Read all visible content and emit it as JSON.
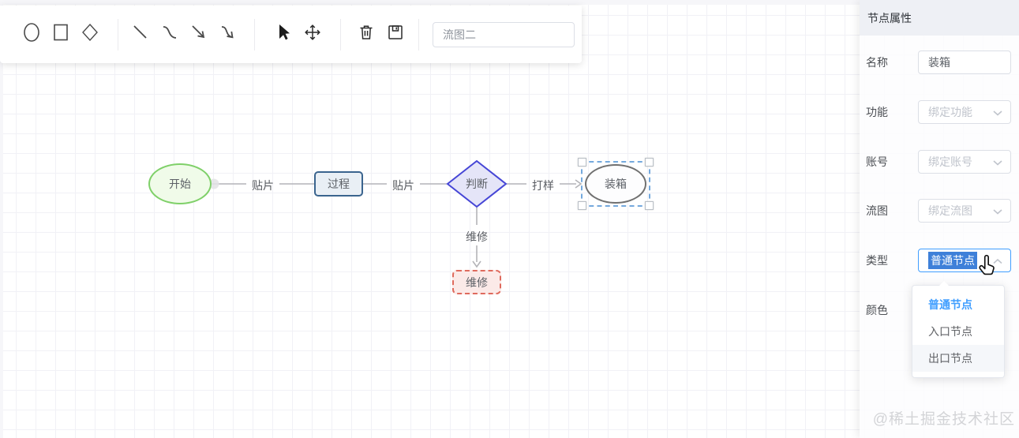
{
  "toolbar": {
    "flow_name": {
      "value": "流图二"
    },
    "tools": [
      "ellipse",
      "rect",
      "diamond",
      "line",
      "curve",
      "arrow-line",
      "arrow-curve",
      "select",
      "move",
      "delete",
      "save"
    ]
  },
  "canvas": {
    "nodes": [
      {
        "label": "开始",
        "shape": "ellipse",
        "border_color": "#7fd069",
        "fill": "#f0fbe9"
      },
      {
        "label": "过程",
        "shape": "rect",
        "border_color": "#3a648e",
        "fill": "#e9eff5"
      },
      {
        "label": "判断",
        "shape": "diamond",
        "border_color": "#4646d6",
        "fill": "#e5e5f8"
      },
      {
        "label": "装箱",
        "shape": "ellipse",
        "border_color": "#707070",
        "fill": "#fdfdfe",
        "selected": true
      },
      {
        "label": "维修",
        "shape": "rect",
        "border_color": "#df6a5d",
        "fill": "#fbeae8"
      }
    ],
    "edges": [
      {
        "label": "贴片",
        "from": "开始",
        "to": "过程",
        "arrow": false
      },
      {
        "label": "贴片",
        "from": "过程",
        "to": "判断",
        "arrow": false
      },
      {
        "label": "打样",
        "from": "判断",
        "to": "装箱",
        "arrow": true
      },
      {
        "label": "维修",
        "from": "判断",
        "to": "维修",
        "arrow": true
      }
    ]
  },
  "sidebar": {
    "title": "节点属性",
    "fields": [
      {
        "label": "名称",
        "type": "input",
        "value": "装箱"
      },
      {
        "label": "功能",
        "type": "select",
        "placeholder": "绑定功能"
      },
      {
        "label": "账号",
        "type": "select",
        "placeholder": "绑定账号"
      },
      {
        "label": "流图",
        "type": "select",
        "placeholder": "绑定流图"
      },
      {
        "label": "类型",
        "type": "select",
        "value": "普通节点",
        "open": true
      },
      {
        "label": "颜色",
        "type": "color"
      }
    ],
    "type_dropdown": {
      "options": [
        {
          "label": "普通节点",
          "selected": true
        },
        {
          "label": "入口节点",
          "selected": false
        },
        {
          "label": "出口节点",
          "selected": false,
          "hovered": true
        }
      ]
    }
  },
  "watermark": "@稀土掘金技术社区",
  "colors": {
    "accent": "#409eff",
    "text_selection": "#3e80d9",
    "selection_dash": "#74a9dd",
    "grid": "#f1f1f6",
    "edge_line": "#b4b4b8",
    "sidebar_header_bg": "#eef0f5"
  }
}
